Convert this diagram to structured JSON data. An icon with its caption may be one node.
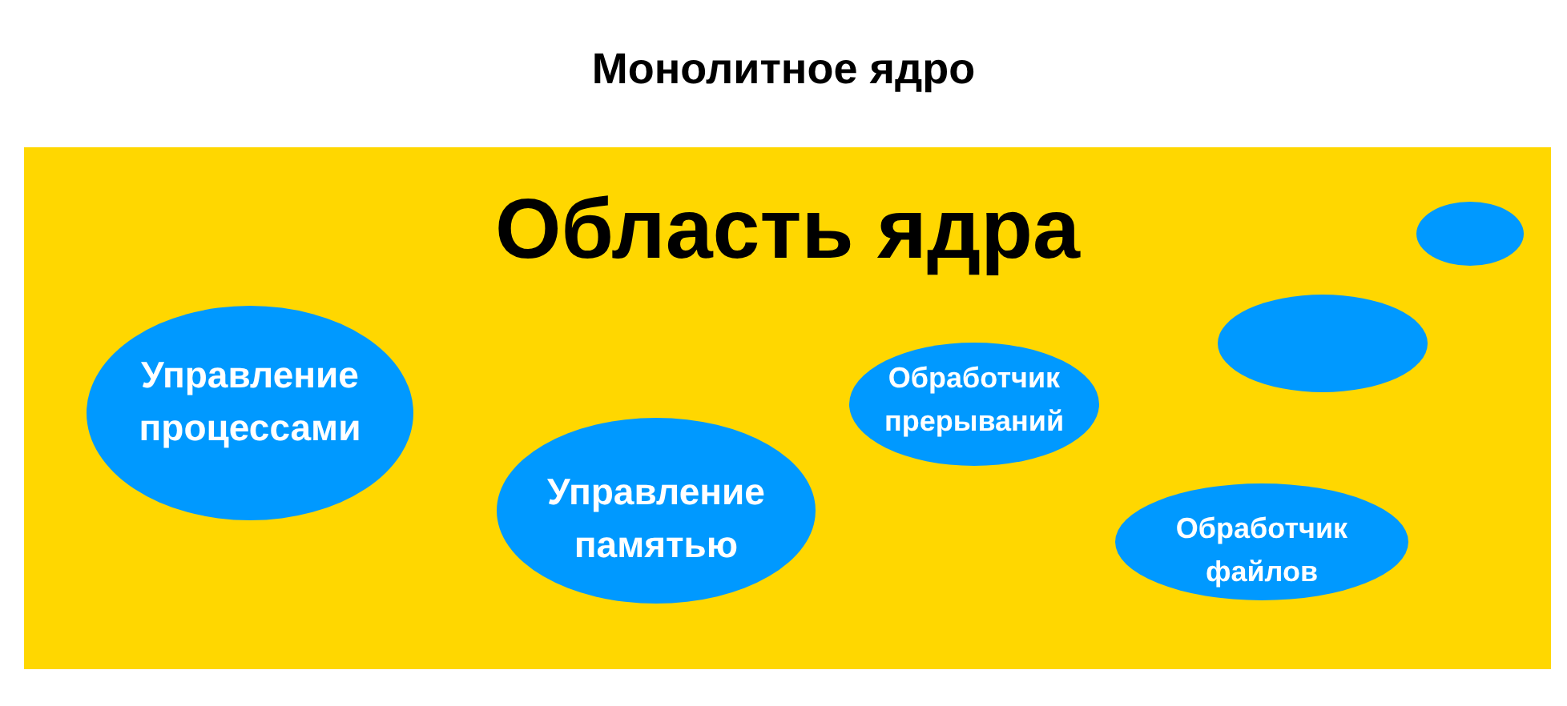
{
  "diagram": {
    "title": "Монолитное ядро",
    "nodes": [
      {
        "text": [
          "Область ядра"
        ]
      },
      {
        "text": [
          "Управление процессами"
        ],
        "in": 0
      },
      {
        "text": [
          "Управление памятью"
        ],
        "in": 0
      },
      {
        "text": [
          "Обработчик прерываний"
        ],
        "in": 0
      },
      {
        "text": [
          "Обработчик файлов"
        ],
        "in": 0
      },
      {
        "text": [],
        "shape": "ellipse",
        "in": 0
      },
      {
        "text": [],
        "shape": "ellipse",
        "in": 0
      }
    ]
  }
}
